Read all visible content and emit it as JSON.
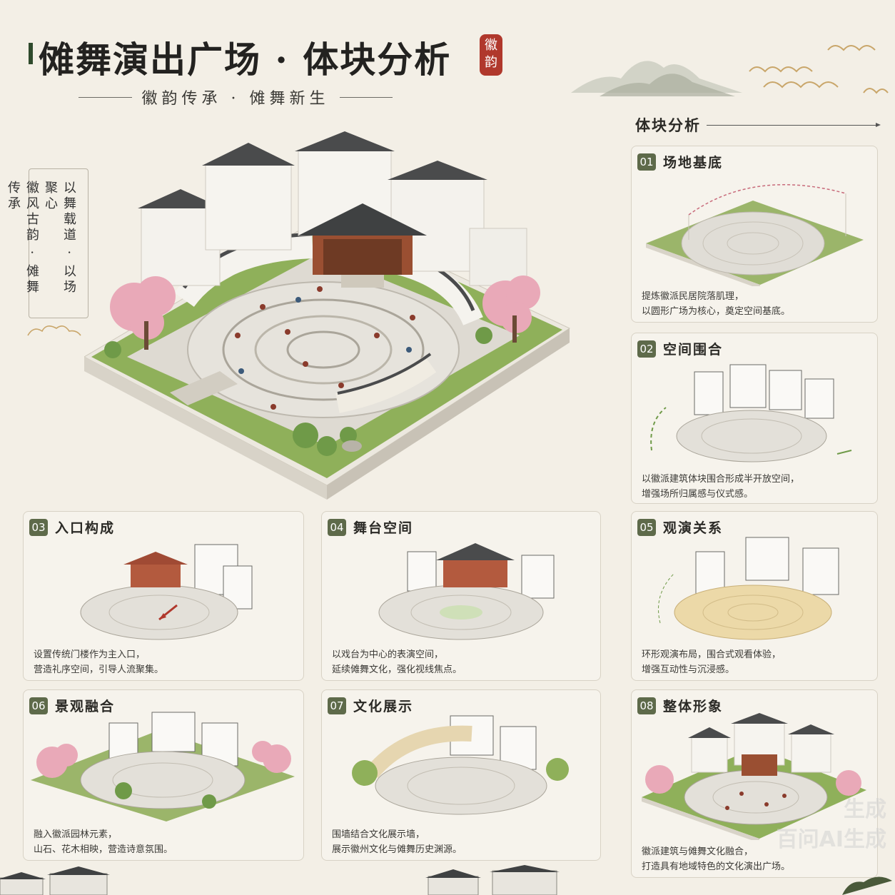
{
  "header": {
    "title": "傩舞演出广场 · 体块分析",
    "seal": "徽韵",
    "subtitle": "徽韵传承 · 傩舞新生"
  },
  "slogan": {
    "col_right": "以舞载道 · 以场聚心",
    "col_left": "徽风古韵 · 傩舞传承"
  },
  "analysis": {
    "label": "体块分析"
  },
  "cards": [
    {
      "num": "01",
      "title": "场地基底",
      "line1": "提炼徽派民居院落肌理，",
      "line2": "以圆形广场为核心，奠定空间基底。"
    },
    {
      "num": "02",
      "title": "空间围合",
      "line1": "以徽派建筑体块围合形成半开放空间，",
      "line2": "增强场所归属感与仪式感。"
    },
    {
      "num": "03",
      "title": "入口构成",
      "line1": "设置传统门楼作为主入口，",
      "line2": "营造礼序空间，引导人流聚集。"
    },
    {
      "num": "04",
      "title": "舞台空间",
      "line1": "以戏台为中心的表演空间，",
      "line2": "延续傩舞文化，强化视线焦点。"
    },
    {
      "num": "05",
      "title": "观演关系",
      "line1": "环形观演布局，围合式观看体验，",
      "line2": "增强互动性与沉浸感。"
    },
    {
      "num": "06",
      "title": "景观融合",
      "line1": "融入徽派园林元素，",
      "line2": "山石、花木相映，营造诗意氛围。"
    },
    {
      "num": "07",
      "title": "文化展示",
      "line1": "围墙结合文化展示墙，",
      "line2": "展示徽州文化与傩舞历史渊源。"
    },
    {
      "num": "08",
      "title": "整体形象",
      "line1": "徽派建筑与傩舞文化融合，",
      "line2": "打造具有地域特色的文化演出广场。"
    }
  ],
  "watermark": {
    "line1": "生成",
    "line2": "百问AI生成"
  },
  "colors": {
    "badge": "#5e6a4a",
    "accent_red": "#b0382c",
    "grass": "#8fb05a",
    "roof": "#4a4b4c",
    "blossom": "#e9a9b8"
  }
}
